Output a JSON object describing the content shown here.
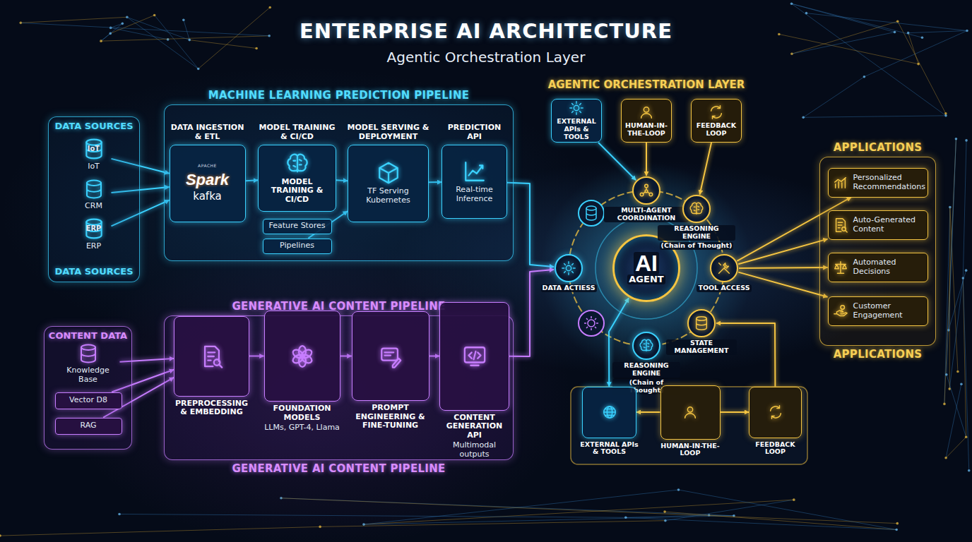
{
  "diagram": {
    "title": "ENTERPRISE AI ARCHITECTURE",
    "nodes": [
      {
        "text": [
          "DATA SOURCES",
          "DATA SOURCES"
        ]
      },
      {
        "text": [
          "IoT",
          "IoT"
        ],
        "in": 0
      },
      {
        "text": [
          "CRM"
        ],
        "in": 0
      },
      {
        "text": [
          "ERP",
          "ERP"
        ],
        "in": 0
      },
      {
        "text": [
          "MACHINE LEARNING PREDICTION PIPELINE"
        ]
      },
      {
        "text": [
          "DATA INGESTION & ETL",
          "APACHE",
          "Spark",
          "kafka"
        ],
        "in": 4
      },
      {
        "text": [
          "MODEL TRAINING & CI/CD",
          "MODEL TRAINING & CI/CD"
        ],
        "in": 4
      },
      {
        "text": [
          "Feature Stores"
        ],
        "in": 4
      },
      {
        "text": [
          "Pipelines"
        ],
        "in": 4
      },
      {
        "text": [
          "MODEL SERVING & DEPLOYMENT",
          "TF Serving Kubernetes"
        ],
        "in": 4
      },
      {
        "text": [
          "PREDICTION API",
          "Real-time Inference"
        ],
        "in": 4
      },
      {
        "text": [
          "CONTENT DATA"
        ]
      },
      {
        "text": [
          "Knowledge Base"
        ],
        "in": 11
      },
      {
        "text": [
          "Vector D8"
        ],
        "in": 11
      },
      {
        "text": [
          "RAG"
        ],
        "in": 11
      },
      {
        "text": [
          "GENERATIVE AI CONTENT PIPELINE",
          "GENERATIVE AI CONTENT PIPELINE"
        ]
      },
      {
        "text": [
          "PREPROCESSING & EMBEDDING"
        ],
        "in": 15
      },
      {
        "text": [
          "FOUNDATION MODELS",
          "LLMs, GPT-4, Llama"
        ],
        "in": 15
      },
      {
        "text": [
          "PROMPT ENGINEERING & FINE-TUNING"
        ],
        "in": 15
      },
      {
        "text": [
          "CONTENT GENERATION API",
          "Multimodal outputs"
        ],
        "in": 15
      },
      {
        "text": [
          "AI",
          "AGENT"
        ]
      },
      {
        "text": [
          "EXTERNAL APIs & TOOLS"
        ]
      },
      {
        "text": [
          "HUMAN-IN-THE-LOOP"
        ]
      },
      {
        "text": [
          "FEEDBACK LOOP"
        ]
      },
      {
        "text": [
          "MULTI-AGENT COORDINATION"
        ]
      },
      {
        "text": [
          "REASONING ENGINE",
          "(Chain of Thought)"
        ]
      },
      {
        "text": [
          "DATA ACTIESS"
        ]
      },
      {
        "text": [
          "TOOL ACCESS"
        ]
      },
      {
        "text": [
          "STATE MANAGEMENT"
        ]
      },
      {
        "text": [
          "REASONING ENGINE",
          "(Chain of Thought)"
        ]
      },
      {
        "text": [
          "EXTERNAL APIs & TOOLS"
        ]
      },
      {
        "text": [
          "HUMAN-IN-THE-LOOP"
        ]
      },
      {
        "text": [
          "FEEDBACK LOOP"
        ]
      },
      {
        "text": [
          "APPLICATIONS",
          "APPLICATIONS"
        ]
      },
      {
        "text": [
          "Personalized Recommendations"
        ],
        "in": 33
      },
      {
        "text": [
          "Auto-Generated Content"
        ],
        "in": 33
      },
      {
        "text": [
          "Automated Decisions"
        ],
        "in": 33
      },
      {
        "text": [
          "Customer Engagement"
        ],
        "in": 33
      }
    ],
    "edges": [
      {
        "from": 1,
        "to": 5,
        "arrow": "to"
      },
      {
        "from": 2,
        "to": 5,
        "arrow": "to"
      },
      {
        "from": 3,
        "to": 5,
        "arrow": "to"
      },
      {
        "from": 5,
        "to": 6,
        "arrow": "to"
      },
      {
        "from": 6,
        "to": 9,
        "arrow": "to"
      },
      {
        "from": 8,
        "to": 9,
        "arrow": "to"
      },
      {
        "from": 9,
        "to": 10,
        "arrow": "to"
      },
      {
        "from": 12,
        "to": 16,
        "arrow": "to"
      },
      {
        "from": 13,
        "to": 16,
        "arrow": "to"
      },
      {
        "from": 14,
        "to": 16,
        "arrow": "to"
      },
      {
        "from": 16,
        "to": 17,
        "arrow": "to"
      },
      {
        "from": 17,
        "to": 18,
        "arrow": "to"
      },
      {
        "from": 18,
        "to": 19,
        "arrow": "to"
      },
      {
        "from": 10,
        "to": 26,
        "arrow": "to"
      },
      {
        "from": 19,
        "to": 26,
        "arrow": "to"
      },
      {
        "from": 21,
        "to": 24,
        "arrow": "to"
      },
      {
        "from": 22,
        "to": 24,
        "arrow": "to"
      },
      {
        "from": 23,
        "to": 25,
        "arrow": "to"
      },
      {
        "from": 27,
        "to": 34,
        "arrow": "to"
      },
      {
        "from": 27,
        "to": 35,
        "arrow": "to"
      },
      {
        "from": 27,
        "to": 36,
        "arrow": "to"
      },
      {
        "from": 27,
        "to": 37,
        "arrow": "to"
      },
      {
        "from": 20,
        "to": 30,
        "arrow": "both"
      },
      {
        "from": 31,
        "to": 30,
        "arrow": "to"
      },
      {
        "from": 31,
        "to": 32,
        "arrow": "to"
      },
      {
        "from": 32,
        "to": 28,
        "arrow": "to"
      }
    ],
    "labels": [
      "Agentic Orchestration Layer",
      "AGENTIC ORCHESTRATION LAYER"
    ]
  }
}
